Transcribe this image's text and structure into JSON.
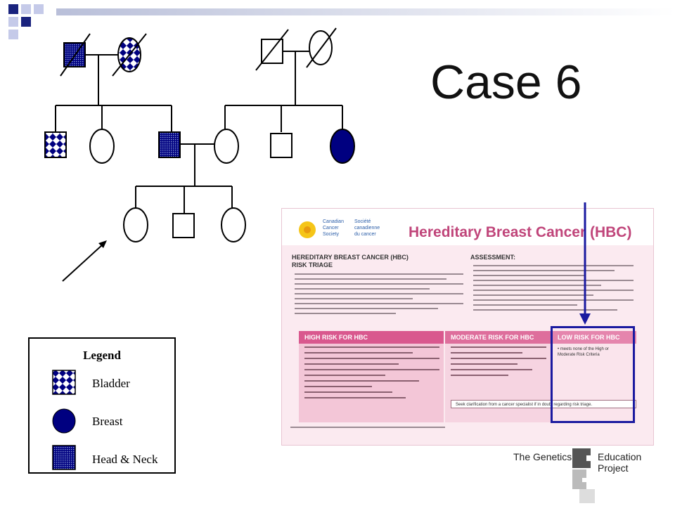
{
  "slide": {
    "title": "Case 6"
  },
  "legend": {
    "title": "Legend",
    "items": [
      {
        "label": "Bladder",
        "pattern": "checker",
        "shape": "square"
      },
      {
        "label": "Breast",
        "pattern": "solid",
        "shape": "circle"
      },
      {
        "label": "Head & Neck",
        "pattern": "mesh",
        "shape": "square"
      }
    ]
  },
  "document": {
    "org_en": [
      "Canadian",
      "Cancer",
      "Society"
    ],
    "org_fr": [
      "Société",
      "canadienne",
      "du cancer"
    ],
    "title": "Hereditary Breast Cancer (HBC)",
    "triage_title": [
      "HEREDITARY BREAST CANCER (HBC)",
      "RISK TRIAGE"
    ],
    "assessment_title": "ASSESSMENT:",
    "high_risk": "HIGH RISK FOR HBC",
    "moderate_risk": "MODERATE RISK FOR HBC",
    "low_risk": "LOW RISK FOR HBC",
    "low_risk_text": [
      "• meets none of the High or",
      "Moderate Risk Criteria"
    ],
    "seek_text": "Seek clarification from a cancer specialist if in doubt regarding risk triage."
  },
  "logo": {
    "left": "The Genetics",
    "right": "Education Project"
  },
  "colors": {
    "affected_fill": "#000080",
    "accent_blue": "#1a1aa0",
    "doc_pink": "#d9588e",
    "doc_pink_dark": "#c0457a"
  }
}
